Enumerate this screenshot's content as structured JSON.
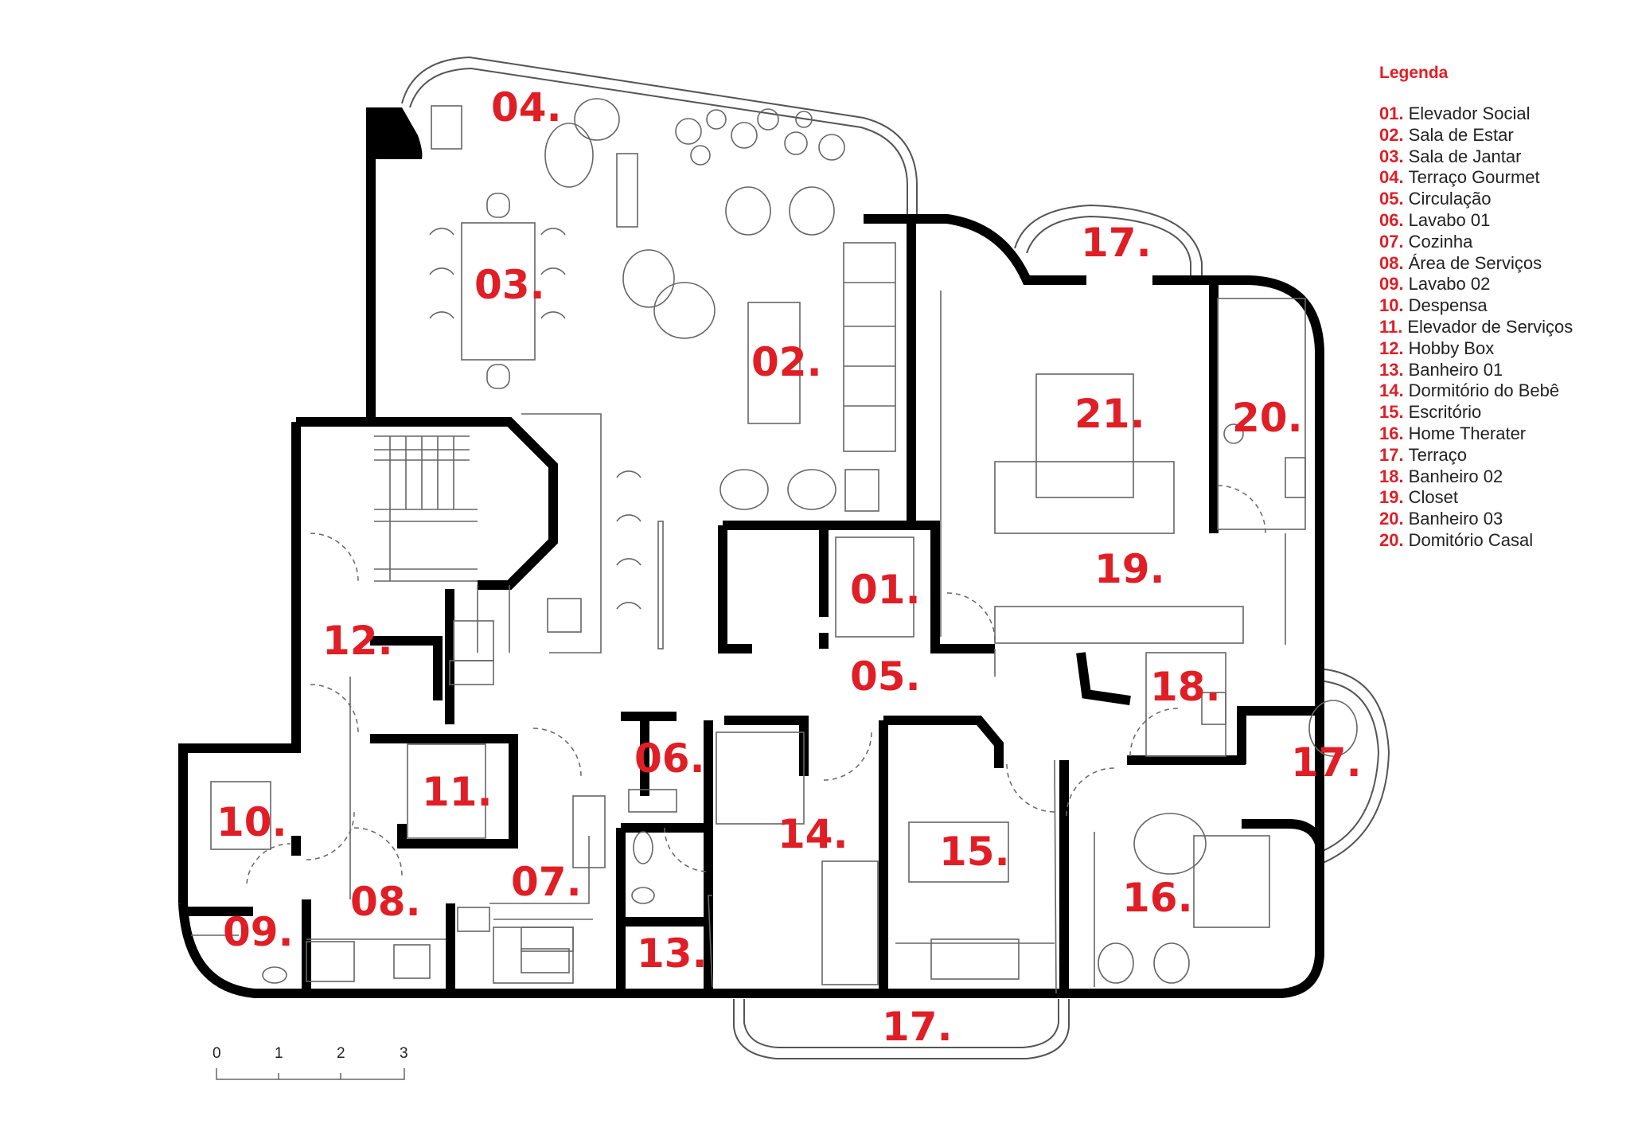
{
  "legend": {
    "title": "Legenda",
    "items": [
      {
        "num": "01.",
        "label": "Elevador Social"
      },
      {
        "num": "02.",
        "label": "Sala de Estar"
      },
      {
        "num": "03.",
        "label": "Sala de Jantar"
      },
      {
        "num": "04.",
        "label": "Terraço Gourmet"
      },
      {
        "num": "05.",
        "label": "Circulação"
      },
      {
        "num": "06.",
        "label": "Lavabo 01"
      },
      {
        "num": "07.",
        "label": "Cozinha"
      },
      {
        "num": "08.",
        "label": "Área de Serviços"
      },
      {
        "num": "09.",
        "label": "Lavabo 02"
      },
      {
        "num": "10.",
        "label": "Despensa"
      },
      {
        "num": "11.",
        "label": "Elevador de Serviços"
      },
      {
        "num": "12.",
        "label": "Hobby Box"
      },
      {
        "num": "13.",
        "label": "Banheiro 01"
      },
      {
        "num": "14.",
        "label": "Dormitório do Bebê"
      },
      {
        "num": "15.",
        "label": "Escritório"
      },
      {
        "num": "16.",
        "label": "Home Therater"
      },
      {
        "num": "17.",
        "label": "Terraço"
      },
      {
        "num": "18.",
        "label": "Banheiro 02"
      },
      {
        "num": "19.",
        "label": "Closet"
      },
      {
        "num": "20.",
        "label": "Banheiro 03"
      },
      {
        "num": "20.",
        "label": "Domitório Casal"
      }
    ]
  },
  "room_labels": {
    "r01": "01.",
    "r02": "02.",
    "r03": "03.",
    "r04": "04.",
    "r05": "05.",
    "r06": "06.",
    "r07": "07.",
    "r08": "08.",
    "r09": "09.",
    "r10": "10.",
    "r11": "11.",
    "r12": "12.",
    "r13": "13.",
    "r14": "14.",
    "r15": "15.",
    "r16": "16.",
    "r17a": "17.",
    "r17b": "17.",
    "r17c": "17.",
    "r18": "18.",
    "r19": "19.",
    "r20": "20.",
    "r21": "21."
  },
  "scale_bar": {
    "ticks": [
      "0",
      "1",
      "2",
      "3"
    ]
  },
  "colors": {
    "label": "#e01e25",
    "wall": "#000000",
    "line": "#555555"
  }
}
